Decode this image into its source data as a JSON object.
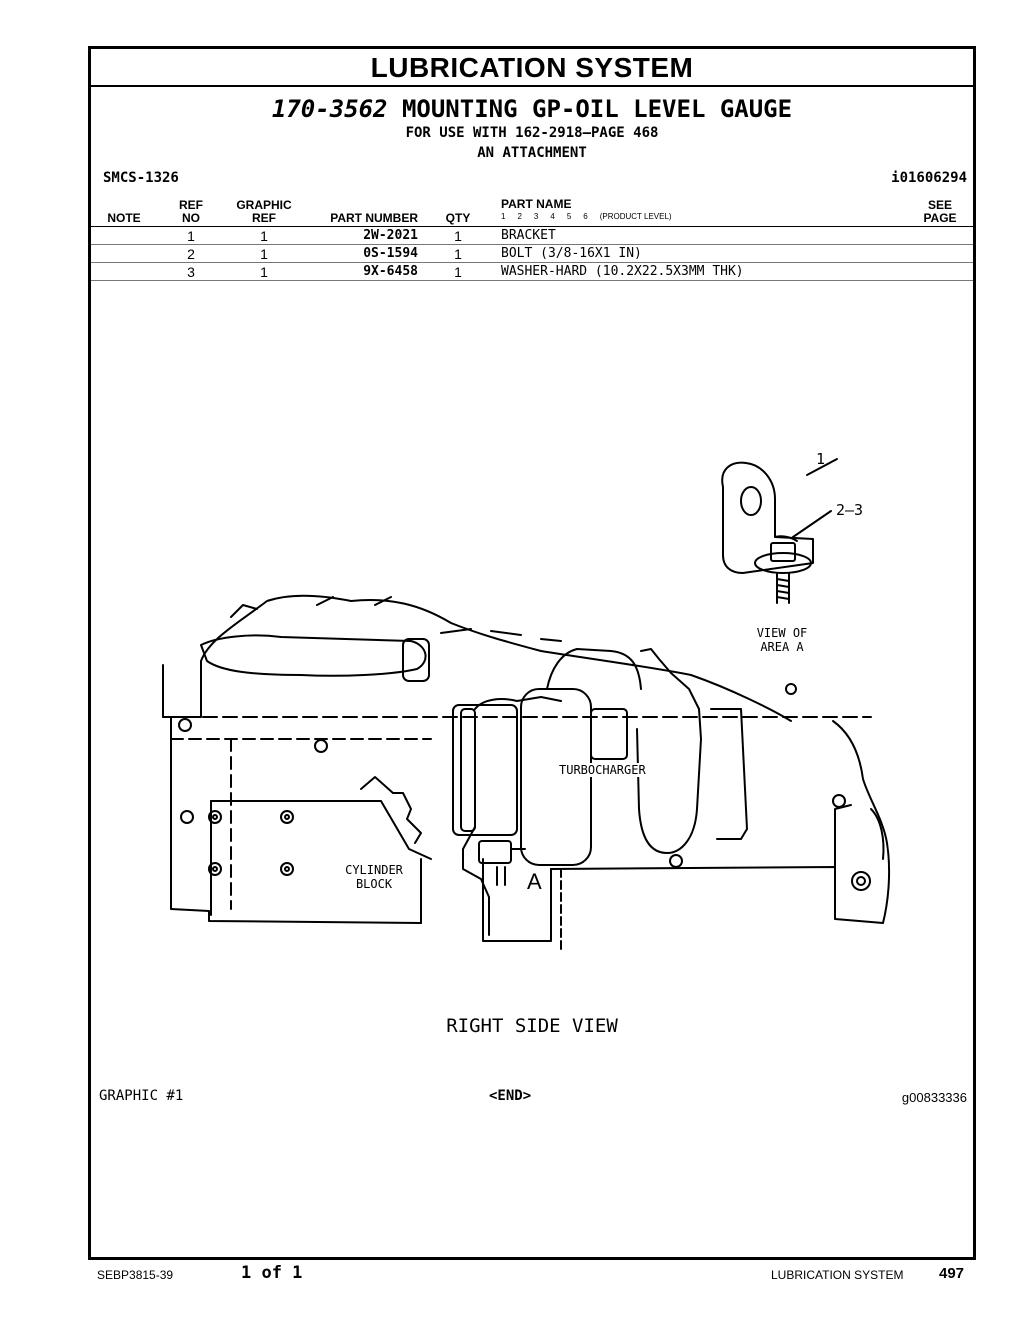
{
  "section_title": "LUBRICATION SYSTEM",
  "header": {
    "part_number": "170-3562",
    "part_title": "MOUNTING GP-OIL LEVEL GAUGE",
    "for_use_with": "FOR USE WITH 162-2918—PAGE 468",
    "attachment": "AN ATTACHMENT",
    "smcs": "SMCS-1326",
    "ident": "i01606294"
  },
  "columns": {
    "note": "NOTE",
    "ref_no_1": "REF",
    "ref_no_2": "NO",
    "graphic_ref_1": "GRAPHIC",
    "graphic_ref_2": "REF",
    "part_number": "PART NUMBER",
    "qty": "QTY",
    "part_name": "PART NAME",
    "product_levels": [
      "1",
      "2",
      "3",
      "4",
      "5",
      "6"
    ],
    "product_level_label": "(PRODUCT LEVEL)",
    "see_page_1": "SEE",
    "see_page_2": "PAGE"
  },
  "rows": [
    {
      "ref_no": "1",
      "graphic_ref": "1",
      "part_number": "2W-2021",
      "qty": "1",
      "part_name": "BRACKET"
    },
    {
      "ref_no": "2",
      "graphic_ref": "1",
      "part_number": "0S-1594",
      "qty": "1",
      "part_name": "BOLT (3/8-16X1 IN)"
    },
    {
      "ref_no": "3",
      "graphic_ref": "1",
      "part_number": "9X-6458",
      "qty": "1",
      "part_name": "WASHER-HARD (10.2X22.5X3MM THK)"
    }
  ],
  "illustration": {
    "callout_1": "1",
    "callout_2": "2–3",
    "view_label_1": "VIEW OF",
    "view_label_2": "AREA A",
    "turbo_label": "TURBOCHARGER",
    "block_label_1": "CYLINDER",
    "block_label_2": "BLOCK",
    "area_label": "A",
    "caption": "RIGHT SIDE VIEW"
  },
  "graphic_footer": {
    "label": "GRAPHIC #1",
    "end": "<END>",
    "graphic_id": "g00833336"
  },
  "page_footer": {
    "doc_id": "SEBP3815-39",
    "page_of": "1 of 1",
    "section": "LUBRICATION SYSTEM",
    "page_number": "497"
  }
}
